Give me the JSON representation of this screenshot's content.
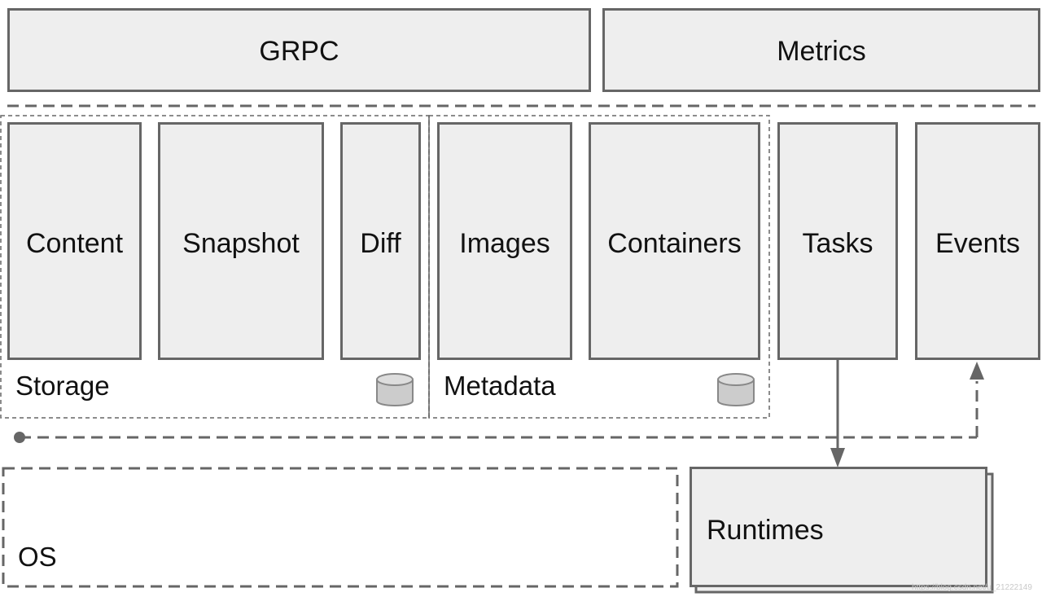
{
  "top_bar": {
    "grpc": "GRPC",
    "metrics": "Metrics"
  },
  "storage": {
    "title": "Storage",
    "content": "Content",
    "snapshot": "Snapshot",
    "diff": "Diff"
  },
  "metadata": {
    "title": "Metadata",
    "images": "Images",
    "containers": "Containers"
  },
  "services": {
    "tasks": "Tasks",
    "events": "Events"
  },
  "bottom": {
    "os": "OS",
    "runtimes": "Runtimes"
  },
  "watermark": "https://blog.csdn.net/u_21222149",
  "colors": {
    "box_fill": "#eeeeee",
    "box_border": "#666666",
    "dashed_border": "#666666",
    "text": "#111111",
    "db_icon_fill": "#cccccc",
    "db_icon_border": "#888888"
  }
}
